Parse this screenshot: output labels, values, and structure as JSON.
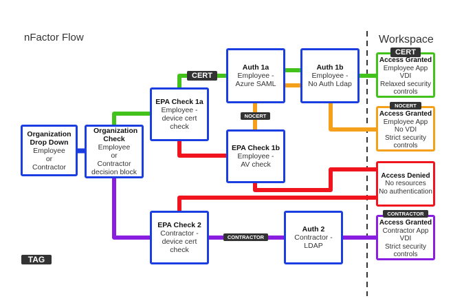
{
  "diagram": {
    "title": "nFactor Flow",
    "workspace_label": "Workspace",
    "legend_tag": "TAG"
  },
  "colors": {
    "node_border": "#1a3ee0",
    "cert": "#44c21c",
    "nocert": "#f5a01a",
    "denied": "#f0141e",
    "contractor": "#8a1ee0",
    "tag_bg": "#333333"
  },
  "nodes": {
    "org_dropdown": {
      "title": "Organization Drop Down",
      "lines": [
        "Employee",
        "or",
        "Contractor"
      ]
    },
    "org_check": {
      "title": "Organization Check",
      "lines": [
        "Employee",
        "or",
        "Contractor",
        "decision block"
      ]
    },
    "epa1a": {
      "title": "EPA Check 1a",
      "lines": [
        "Employee -",
        "device cert",
        "check"
      ]
    },
    "auth1a": {
      "title": "Auth 1a",
      "lines": [
        "Employee -",
        "Azure SAML"
      ]
    },
    "auth1b": {
      "title": "Auth 1b",
      "lines": [
        "Employee -",
        "No Auth Ldap"
      ]
    },
    "epa1b": {
      "title": "EPA Check 1b",
      "lines": [
        "Employee -",
        "AV check"
      ]
    },
    "epa2": {
      "title": "EPA Check 2",
      "lines": [
        "Contractor -",
        "device cert",
        "check"
      ]
    },
    "auth2": {
      "title": "Auth 2",
      "lines": [
        "Contractor -",
        "LDAP"
      ]
    }
  },
  "outcomes": {
    "cert_granted": {
      "title": "Access Granted",
      "lines": [
        "Employee App",
        "VDI",
        "Relaxed security",
        "controls"
      ],
      "tag": "CERT"
    },
    "nocert_granted": {
      "title": "Access Granted",
      "lines": [
        "Employee App",
        "No VDI",
        "Strict security",
        "controls"
      ],
      "tag": "NOCERT"
    },
    "denied": {
      "title": "Access Denied",
      "lines": [
        "No resources",
        "No authentication"
      ]
    },
    "contractor_granted": {
      "title": "Access Granted",
      "lines": [
        "Contractor App",
        "VDI",
        "Strict security",
        "controls"
      ],
      "tag": "CONTRACTOR"
    }
  },
  "edge_tags": {
    "cert": "CERT",
    "nocert": "NOCERT",
    "contractor": "CONTRACTOR"
  }
}
